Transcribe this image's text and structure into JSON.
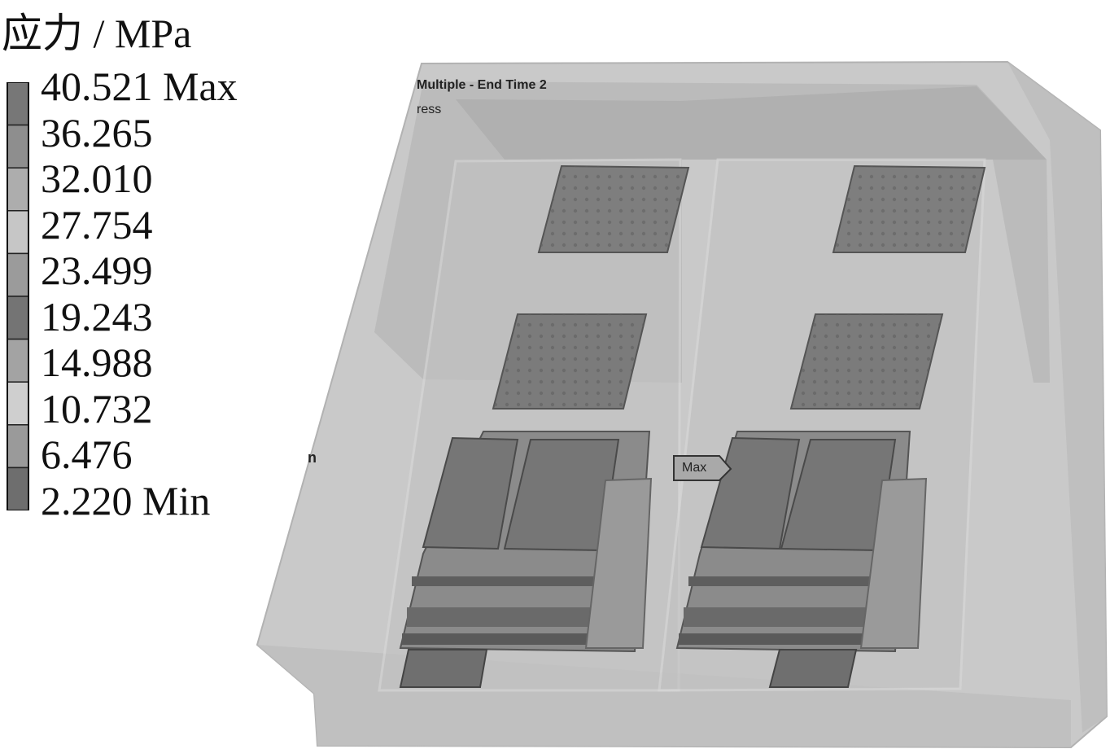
{
  "legend": {
    "title": "应力 / MPa",
    "levels": [
      {
        "value": "40.521 Max",
        "color": "#777777"
      },
      {
        "value": "36.265",
        "color": "#8e8e8e"
      },
      {
        "value": "32.010",
        "color": "#adadad"
      },
      {
        "value": "27.754",
        "color": "#c6c6c6"
      },
      {
        "value": "23.499",
        "color": "#9b9b9b"
      },
      {
        "value": "19.243",
        "color": "#747474"
      },
      {
        "value": "14.988",
        "color": "#a3a3a3"
      },
      {
        "value": "10.732",
        "color": "#cfcfcf"
      },
      {
        "value": "6.476",
        "color": "#9a9a9a"
      },
      {
        "value": "2.220 Min",
        "color": "#6e6e6e"
      }
    ]
  },
  "overlay": {
    "title_fragment": "Multiple - End Time 2",
    "subtitle_fragment": "ress",
    "side_fragment": "n"
  },
  "probe": {
    "label": "Max"
  }
}
